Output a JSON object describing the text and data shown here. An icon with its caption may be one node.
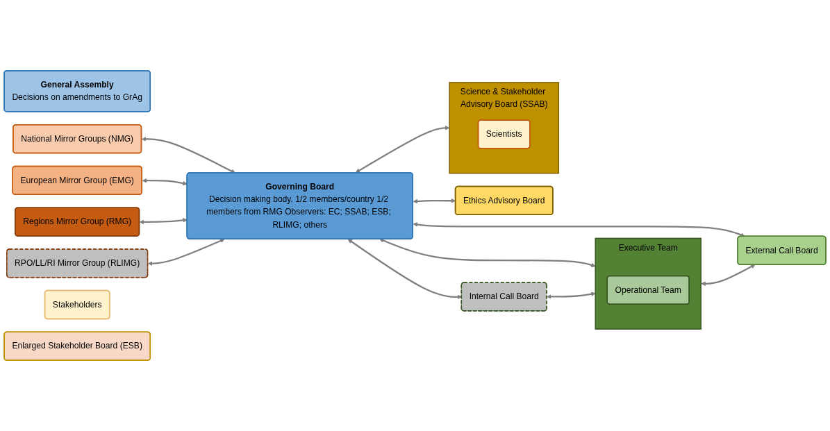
{
  "diagram": {
    "nodes": [
      {
        "text": [
          "General Assembly",
          "Decisions on amendments to GrAg"
        ]
      },
      {
        "text": [
          "National Mirror Groups (NMG)"
        ]
      },
      {
        "text": [
          "European Mirror Group (EMG)"
        ]
      },
      {
        "text": [
          "Regions Mirror Group (RMG)"
        ]
      },
      {
        "text": [
          "RPO/LL/RI Mirror Group (RLIMG)"
        ]
      },
      {
        "text": [
          "Governing Board",
          "Decision making body. 1/2 members/country 1/2 members from RMG Observers: EC; SSAB; ESB; RLIMG; others"
        ]
      },
      {
        "text": [
          "Science & Stakeholder Advisory Board (SSAB)"
        ]
      },
      {
        "text": [
          "Scientists"
        ],
        "in": 6
      },
      {
        "text": [
          "Stakeholders"
        ]
      },
      {
        "text": [
          "Enlarged Stakeholder Board (ESB)"
        ]
      },
      {
        "text": [
          "Ethics Advisory Board"
        ]
      },
      {
        "text": [
          "Internal Call Board"
        ]
      },
      {
        "text": [
          "Executive Team"
        ]
      },
      {
        "text": [
          "Operational Team"
        ],
        "in": 12
      },
      {
        "text": [
          "External Call Board"
        ]
      }
    ],
    "edges": [
      {
        "from": 1,
        "to": 5,
        "arrow": "both"
      },
      {
        "from": 2,
        "to": 5,
        "arrow": "both"
      },
      {
        "from": 3,
        "to": 5,
        "arrow": "both"
      },
      {
        "from": 4,
        "to": 5,
        "arrow": "both"
      },
      {
        "from": 5,
        "to": 6,
        "arrow": "both"
      },
      {
        "from": 5,
        "to": 10,
        "arrow": "both"
      },
      {
        "from": 5,
        "to": 11,
        "arrow": "both"
      },
      {
        "from": 5,
        "to": 12,
        "arrow": "both"
      },
      {
        "from": 5,
        "to": 14,
        "arrow": "both"
      },
      {
        "from": 11,
        "to": 12,
        "arrow": "both"
      },
      {
        "from": 12,
        "to": 14,
        "arrow": "both"
      }
    ]
  }
}
